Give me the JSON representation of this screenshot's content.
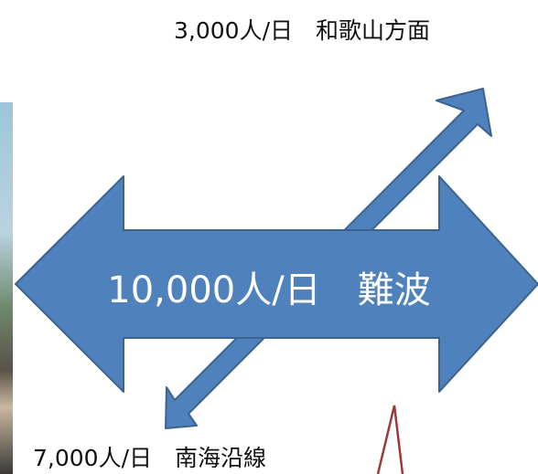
{
  "labels": {
    "wakayama": "3,000人/日　和歌山方面",
    "namba": "10,000人/日　難波",
    "nankai": "7,000人/日　南海沿線"
  },
  "colors": {
    "arrow_fill": "#4f81bd",
    "arrow_stroke": "#3b6390",
    "marker_line": "#9b3a3a",
    "text_dark": "#111111",
    "text_light": "#ffffff"
  }
}
